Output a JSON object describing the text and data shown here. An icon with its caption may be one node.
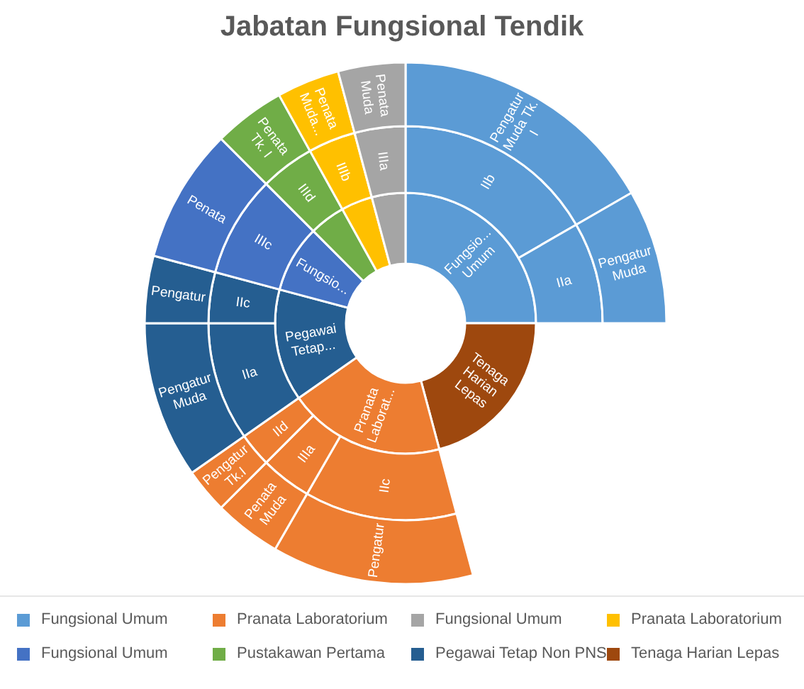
{
  "diagram": {
    "title": "Jabatan Fungsional Tendik",
    "nodes": [
      {
        "text": [
          "Fungsio... Umum"
        ]
      },
      {
        "text": [
          "IIb"
        ]
      },
      {
        "text": [
          "Pengatur Muda Tk. I"
        ]
      },
      {
        "text": [
          "IIa"
        ]
      },
      {
        "text": [
          "Pengatur Muda"
        ]
      },
      {
        "text": [
          "Tenaga Harian Lepas"
        ]
      },
      {
        "text": [
          "Pranata Laborat..."
        ]
      },
      {
        "text": [
          "IIc"
        ]
      },
      {
        "text": [
          "Pengatur"
        ]
      },
      {
        "text": [
          "IIIa"
        ]
      },
      {
        "text": [
          "Penata Muda"
        ]
      },
      {
        "text": [
          "IId"
        ]
      },
      {
        "text": [
          "Pengatur Tk.I"
        ]
      },
      {
        "text": [
          "Pegawai Tetap..."
        ]
      },
      {
        "text": [
          "IIa"
        ]
      },
      {
        "text": [
          "Pengatur Muda"
        ]
      },
      {
        "text": [
          "IIc"
        ]
      },
      {
        "text": [
          "Pengatur"
        ]
      },
      {
        "text": [
          "Fungsio..."
        ]
      },
      {
        "text": [
          "IIIc"
        ]
      },
      {
        "text": [
          "Penata"
        ]
      },
      {
        "text": [],
        "shape": "arc"
      },
      {
        "text": [
          "IIId"
        ]
      },
      {
        "text": [
          "Penata Tk. I"
        ]
      },
      {
        "text": [],
        "shape": "arc"
      },
      {
        "text": [
          "IIIb"
        ]
      },
      {
        "text": [
          "Penata Muda..."
        ]
      },
      {
        "text": [],
        "shape": "arc"
      },
      {
        "text": [
          "IIIa"
        ]
      },
      {
        "text": [
          "Penata Muda"
        ]
      }
    ],
    "legend": [
      {
        "text": "Fungsional Umum",
        "color": "#5b9bd5"
      },
      {
        "text": "Pranata Laboratorium",
        "color": "#ed7d31"
      },
      {
        "text": "Fungsional Umum",
        "color": "#a5a5a5"
      },
      {
        "text": "Pranata Laboratorium",
        "color": "#ffc000"
      },
      {
        "text": "Fungsional Umum",
        "color": "#4472c4"
      },
      {
        "text": "Pustakawan Pertama",
        "color": "#70ad47"
      },
      {
        "text": "Pegawai Tetap Non PNS",
        "color": "#255e91"
      },
      {
        "text": "Tenaga Harian Lepas",
        "color": "#9e480e"
      }
    ]
  }
}
